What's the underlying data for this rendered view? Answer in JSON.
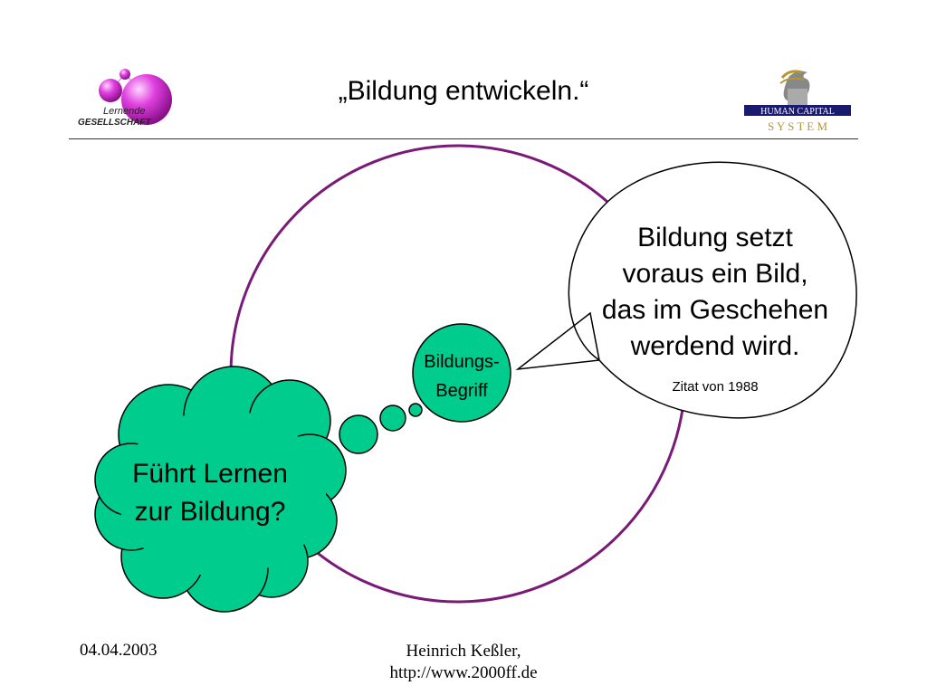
{
  "header": {
    "title": "„Bildung entwickeln.“",
    "logo_left": {
      "line1": "Lernende",
      "line2": "GESELLSCHAFT",
      "accent": "#cc33cc"
    },
    "logo_right": {
      "line1": "HUMAN CAPITAL",
      "line2": "S Y S T E M",
      "accent": "#1a1a6e",
      "gold": "#b8962e"
    }
  },
  "diagram": {
    "central_node": {
      "line1": "Bildungs-",
      "line2": "Begriff"
    },
    "speech_bubble": {
      "lines": [
        "Bildung setzt",
        "voraus ein Bild,",
        "das im Geschehen",
        "werdend wird."
      ],
      "citation": "Zitat von 1988"
    },
    "thought_cloud": {
      "lines": [
        "Führt Lernen",
        "zur Bildung?"
      ]
    },
    "colors": {
      "ring": "#7a1a78",
      "fill": "#00cc8e",
      "stroke": "#000000"
    }
  },
  "footer": {
    "date": "04.04.2003",
    "author": "Heinrich Keßler,",
    "url": "http://www.2000ff.de"
  }
}
